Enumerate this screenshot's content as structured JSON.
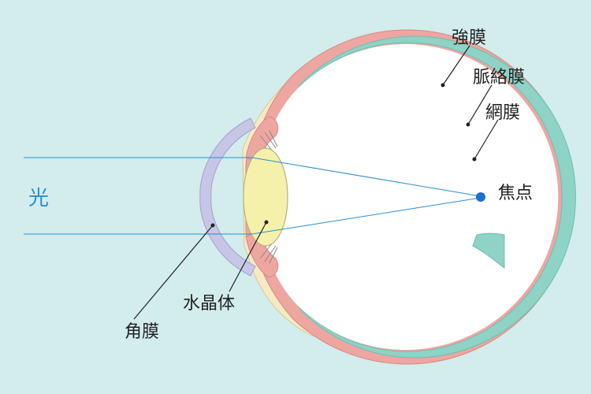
{
  "labels": {
    "sclera": "強膜",
    "choroid": "脈絡膜",
    "retina": "網膜",
    "focus": "焦点",
    "light": "光",
    "lens": "水晶体",
    "cornea": "角膜"
  },
  "colors": {
    "background": "#d3ecec",
    "sclera": "#f7eac2",
    "choroid": "#eea6a1",
    "retina": "#8fd2c6",
    "cornea": "#c8c6e6",
    "lens": "#f5f1aa",
    "light": "#2a8fd0",
    "focus": "#1d6fd3"
  }
}
